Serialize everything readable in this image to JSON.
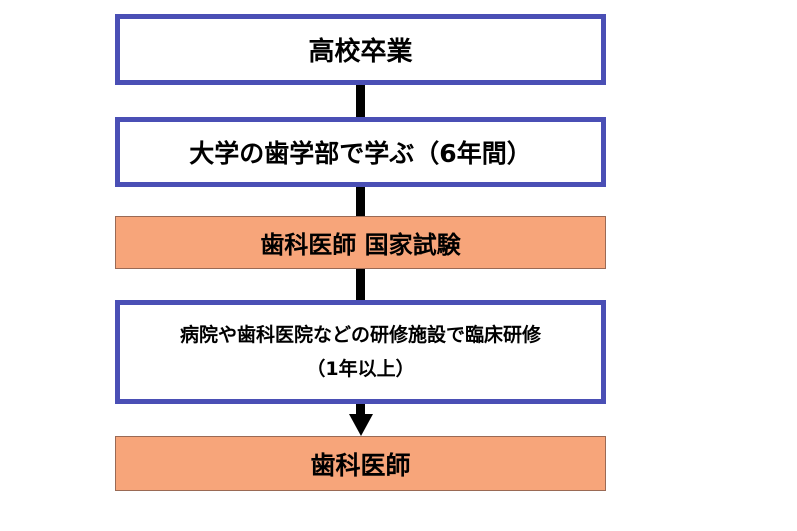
{
  "flowchart": {
    "steps": [
      {
        "lines": [
          "高校卒業"
        ],
        "fill": "#ffffff",
        "border": "#4a4fb5"
      },
      {
        "lines": [
          "大学の歯学部で学ぶ（6年間）"
        ],
        "fill": "#ffffff",
        "border": "#4a4fb5"
      },
      {
        "lines": [
          "歯科医師 国家試験"
        ],
        "fill": "#f7a57a"
      },
      {
        "lines": [
          "病院や歯科医院などの研修施設で臨床研修",
          "（1年以上）"
        ],
        "fill": "#ffffff",
        "border": "#4a4fb5"
      },
      {
        "lines": [
          "歯科医師"
        ],
        "fill": "#f7a57a"
      }
    ],
    "connector_color": "#000000"
  }
}
